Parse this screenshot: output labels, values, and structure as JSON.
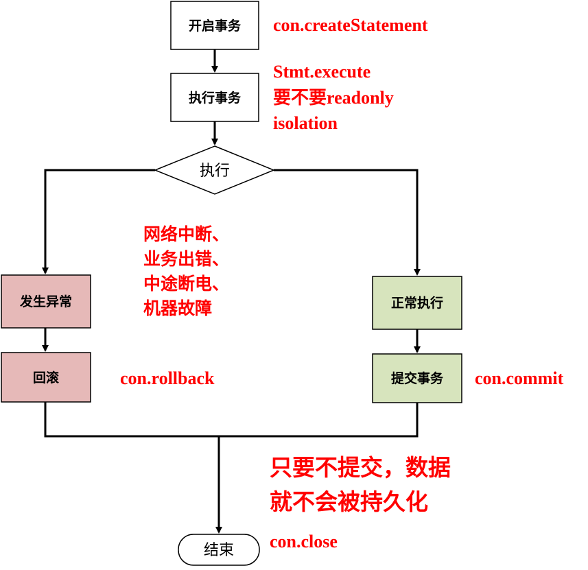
{
  "nodes": {
    "start_tx": "开启事务",
    "exec_tx": "执行事务",
    "decision": "执行",
    "exception": "发生异常",
    "rollback": "回滚",
    "normal": "正常执行",
    "commit": "提交事务",
    "end": "结束"
  },
  "annotations": {
    "create": "con.createStatement",
    "execute_lines": [
      "Stmt.execute",
      "要不要readonly",
      "isolation"
    ],
    "causes_lines": [
      "网络中断、",
      "业务出错、",
      "中途断电、",
      "机器故障"
    ],
    "rollback": "con.rollback",
    "commit": "con.commit",
    "persist_lines": [
      "只要不提交，数据",
      "就不会被持久化"
    ],
    "close": "con.close"
  },
  "colors": {
    "line": "#000000",
    "annotation": "#ff0000",
    "exception_fill": "#e6b9b8",
    "success_fill": "#d7e4bd",
    "plain_fill": "#ffffff"
  }
}
